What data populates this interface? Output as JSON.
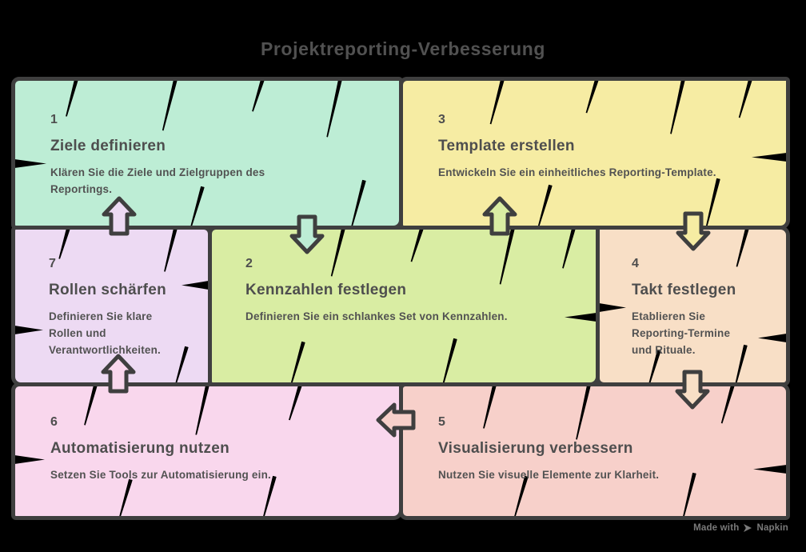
{
  "title": "Projektreporting-Verbesserung",
  "blocks": [
    {
      "number": "1",
      "heading": "Ziele definieren",
      "body": "Klären Sie die Ziele und Zielgruppen des Reportings.",
      "color": "#bdedd5"
    },
    {
      "number": "2",
      "heading": "Kennzahlen festlegen",
      "body": "Definieren Sie ein schlankes Set von Kennzahlen.",
      "color": "#d9eda3"
    },
    {
      "number": "3",
      "heading": "Template erstellen",
      "body": "Entwickeln Sie ein einheitliches Reporting-Template.",
      "color": "#f6eca3"
    },
    {
      "number": "4",
      "heading": "Takt festlegen",
      "body": "Etablieren Sie Reporting-Termine und Rituale.",
      "color": "#f8dfc6"
    },
    {
      "number": "5",
      "heading": "Visualisierung verbessern",
      "body": "Nutzen Sie visuelle Elemente zur Klarheit.",
      "color": "#f7d0ca"
    },
    {
      "number": "6",
      "heading": "Automatisierung nutzen",
      "body": "Setzen Sie Tools zur Automatisierung ein.",
      "color": "#f9d7ed"
    },
    {
      "number": "7",
      "heading": "Rollen schärfen",
      "body": "Definieren Sie klare Rollen und Verantwortlichkeiten.",
      "color": "#eddaf3"
    }
  ],
  "connectors": [
    {
      "from": "7",
      "to": "1",
      "direction": "up",
      "color": "#eddaf3"
    },
    {
      "from": "1",
      "to": "2",
      "direction": "down",
      "color": "#bdedd5"
    },
    {
      "from": "2",
      "to": "3",
      "direction": "up",
      "color": "#d9eda3"
    },
    {
      "from": "3",
      "to": "4",
      "direction": "down",
      "color": "#f6eca3"
    },
    {
      "from": "4",
      "to": "5",
      "direction": "down",
      "color": "#f8dfc6"
    },
    {
      "from": "5",
      "to": "6",
      "direction": "left",
      "color": "#f7d0ca"
    },
    {
      "from": "6",
      "to": "7",
      "direction": "up",
      "color": "#f9d7ed"
    }
  ],
  "watermark": {
    "prefix": "Made with",
    "brand": "Napkin"
  },
  "palette": {
    "background": "#000000",
    "border": "#3f3f3f",
    "text": "#4e4e4e",
    "title_text": "#515151",
    "watermark_text": "#7a7a7a"
  }
}
